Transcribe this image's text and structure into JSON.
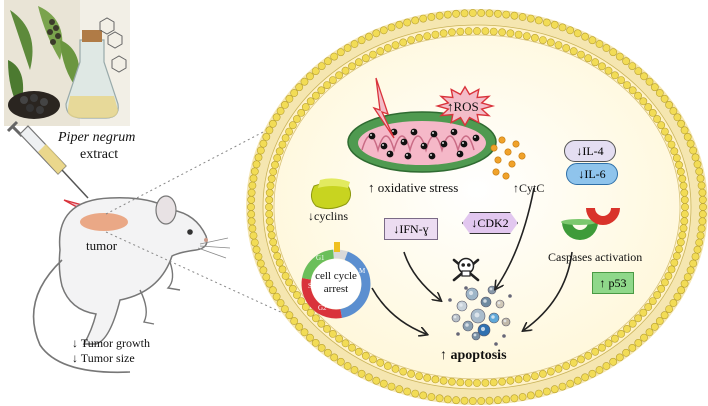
{
  "left_panel": {
    "extract_species": "Piper negrum",
    "extract_word": "extract",
    "tumor_label": "tumor",
    "outcome_growth": "↓ Tumor growth",
    "outcome_size": "↓ Tumor size"
  },
  "cell": {
    "ros": "↑ROS",
    "oxidative_stress": "↑ oxidative stress",
    "cytc": "↑CytC",
    "il4": "↓IL-4",
    "il6": "↓IL-6",
    "cyclins": "↓cyclins",
    "ifn": "↓IFN-ɣ",
    "cdk2": "↓CDK2",
    "caspases": "Caspases activation",
    "p53": "↑ p53",
    "cell_cycle_line1": "cell cycle",
    "cell_cycle_line2": "arrest",
    "cycle_phases": [
      "G1",
      "S",
      "G2",
      "M"
    ],
    "apoptosis": "↑ apoptosis"
  },
  "colors": {
    "membrane_head": "#f2dc56",
    "cytoplasm": "#fffbe8",
    "mito_outer": "#4f9a50",
    "mito_inner": "#f5b8c8",
    "ros_star": "#f3bcc8",
    "ifn_box": "#ecdcf1",
    "cdk2_box": "#e2c7ef",
    "il4_oval": "#e4def2",
    "il6_oval": "#8fc4ec",
    "p53_box": "#8fd88a",
    "caspase_green": "#3e9b3a",
    "caspase_red": "#d9332b"
  }
}
